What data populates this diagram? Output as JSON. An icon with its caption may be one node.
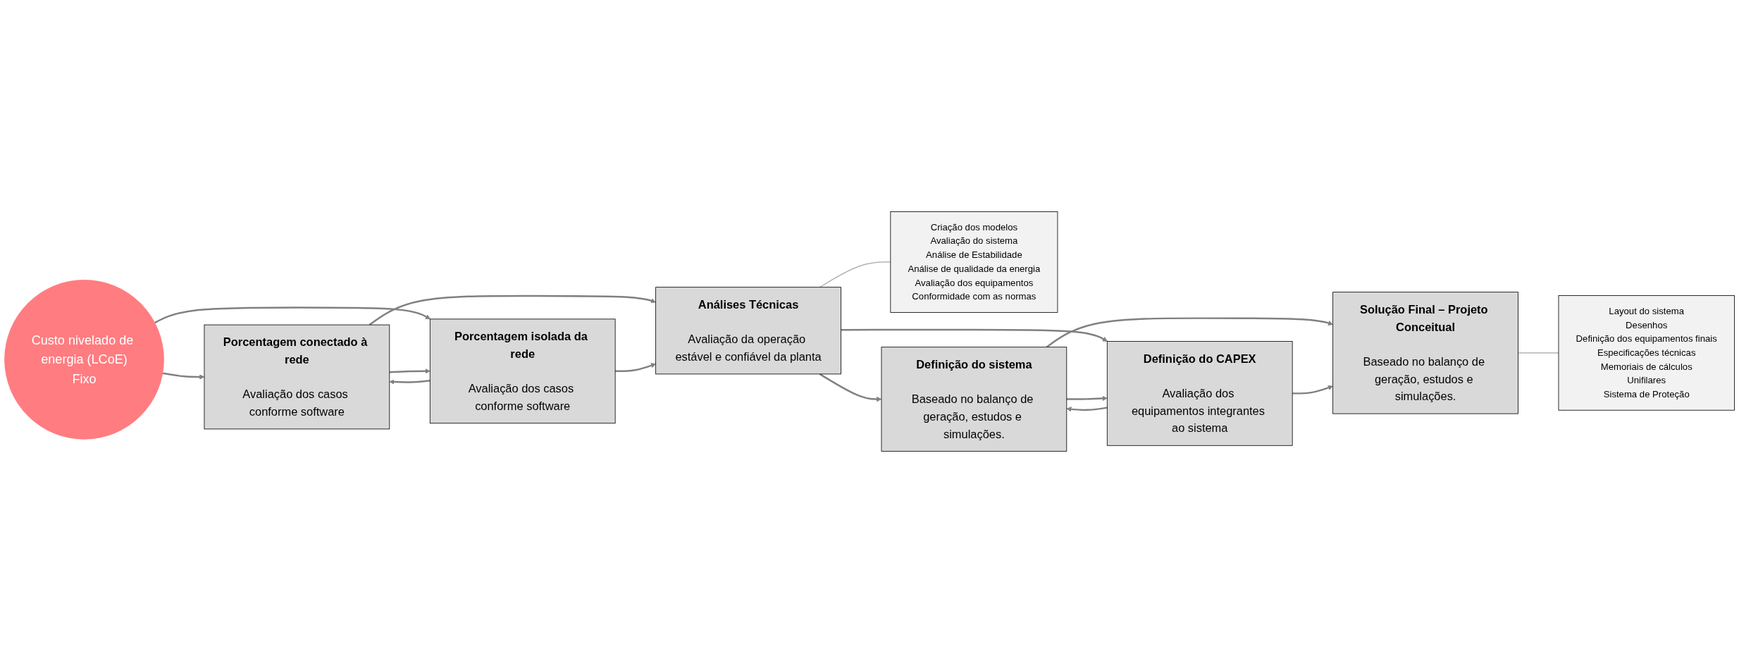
{
  "diagram": {
    "nodes": [
      {
        "text": [
          "Custo nivelado de energia (LCoE)",
          "Fixo"
        ]
      },
      {
        "text": [
          "Porcentagem conectado à rede",
          "Avaliação dos casos conforme software"
        ]
      },
      {
        "text": [
          "Porcentagem isolada da rede",
          "Avaliação dos casos conforme software"
        ]
      },
      {
        "text": [
          "Análises Técnicas",
          "Avaliação da operação estável e confiável da planta"
        ]
      },
      {
        "text": [
          "Criação dos modelos",
          "Avaliação do sistema",
          "Análise de Estabilidade",
          "Análise de qualidade da energia",
          "Avaliação dos equipamentos",
          "Conformidade com as normas"
        ]
      },
      {
        "text": [
          "Definição do sistema",
          "Baseado no balanço de geração, estudos e simulações."
        ]
      },
      {
        "text": [
          "Definição do CAPEX",
          "Avaliação dos equipamentos integrantes ao sistema"
        ]
      },
      {
        "text": [
          "Solução Final – Projeto Conceitual",
          "Baseado no balanço de geração, estudos e simulações."
        ]
      },
      {
        "text": [
          "Layout do sistema",
          "Desenhos",
          "Definição dos equipamentos finais",
          "Especificações técnicas",
          "Memoriais de cálculos",
          "Unifilares",
          "Sistema de Proteção"
        ]
      }
    ],
    "edges": [
      {
        "from": 0,
        "to": 1,
        "arrow": "to"
      },
      {
        "from": 0,
        "to": 2,
        "arrow": "to"
      },
      {
        "from": 1,
        "to": 2,
        "arrow": "to"
      },
      {
        "from": 2,
        "to": 1,
        "arrow": "to"
      },
      {
        "from": 1,
        "to": 3,
        "arrow": "to"
      },
      {
        "from": 2,
        "to": 3,
        "arrow": "to"
      },
      {
        "from": 3,
        "to": 4,
        "arrow": "none",
        "color": "#a6a6a6"
      },
      {
        "from": 3,
        "to": 5,
        "arrow": "to"
      },
      {
        "from": 3,
        "to": 6,
        "arrow": "to"
      },
      {
        "from": 5,
        "to": 6,
        "arrow": "to"
      },
      {
        "from": 6,
        "to": 5,
        "arrow": "to"
      },
      {
        "from": 5,
        "to": 7,
        "arrow": "to"
      },
      {
        "from": 6,
        "to": 7,
        "arrow": "to"
      },
      {
        "from": 7,
        "to": 8,
        "arrow": "none",
        "color": "#a6a6a6"
      }
    ]
  }
}
